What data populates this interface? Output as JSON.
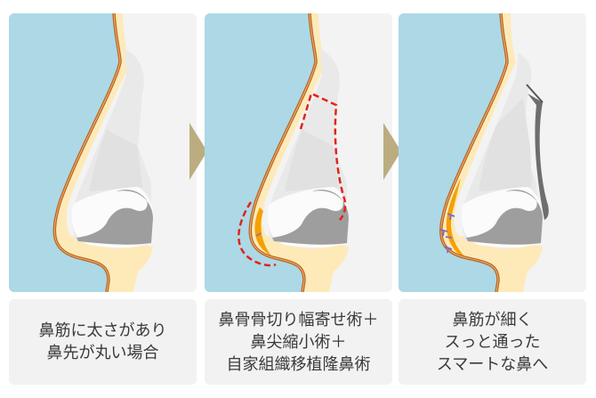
{
  "panels": [
    {
      "id": "before",
      "caption_lines": [
        "鼻筋に太さがあり",
        "鼻先が丸い場合"
      ]
    },
    {
      "id": "procedure",
      "caption_lines": [
        "鼻骨骨切り幅寄せ術＋",
        "鼻尖縮小術＋",
        "自家組織移植隆鼻術"
      ]
    },
    {
      "id": "after",
      "caption_lines": [
        "鼻筋が細く",
        "スっと通った",
        "スマートな鼻へ"
      ]
    }
  ],
  "colors": {
    "background_sky": "#add8e6",
    "skin": "#fdeab8",
    "outline": "#b8651e",
    "graft": "#f5a000",
    "incision": "#e2231a",
    "suture": "#7a6ccc",
    "arrow": "#bbad80",
    "caption_bg": "#f2f2f2"
  }
}
